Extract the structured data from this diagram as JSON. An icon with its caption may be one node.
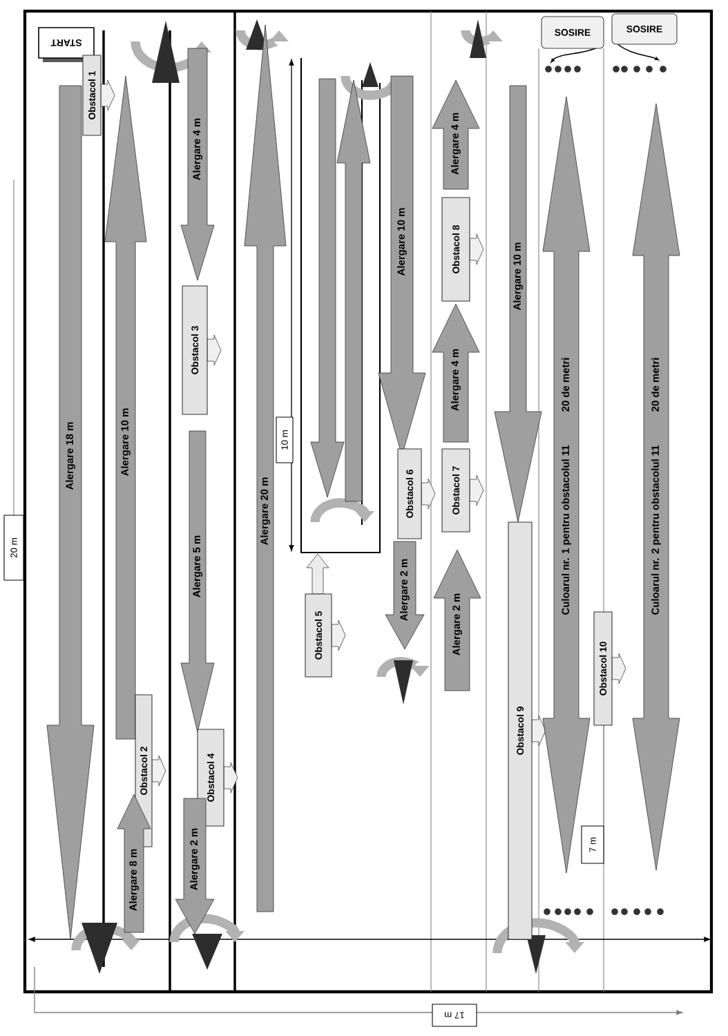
{
  "diagram": {
    "nodes": [
      {
        "text": [
          "START"
        ]
      },
      {
        "text": [
          "Obstacol 1"
        ]
      },
      {
        "text": [
          "Alergare 18 m"
        ]
      },
      {
        "text": [
          "Alergare 10 m"
        ]
      },
      {
        "text": [
          "Obstacol 2"
        ]
      },
      {
        "text": [
          "Alergare 8 m"
        ]
      },
      {
        "text": [
          "Alergare 4 m"
        ]
      },
      {
        "text": [
          "Obstacol 3"
        ]
      },
      {
        "text": [
          "Alergare 5 m"
        ]
      },
      {
        "text": [
          "Obstacol 4"
        ]
      },
      {
        "text": [
          "Alergare 2 m"
        ]
      },
      {
        "text": [
          "Alergare 20 m"
        ]
      },
      {
        "text": [
          "Obstacol 5"
        ]
      },
      {
        "text": [
          "Alergare 10 m"
        ]
      },
      {
        "text": [
          "Obstacol 6"
        ]
      },
      {
        "text": [
          "Alergare 2 m"
        ]
      },
      {
        "text": [
          "Alergare 4 m"
        ]
      },
      {
        "text": [
          "Obstacol 8"
        ]
      },
      {
        "text": [
          "Alergare 4 m"
        ]
      },
      {
        "text": [
          "Obstacol 7"
        ]
      },
      {
        "text": [
          "Alergare 2 m"
        ]
      },
      {
        "text": [
          "Alergare 10 m"
        ]
      },
      {
        "text": [
          "Obstacol 9"
        ]
      },
      {
        "text": [
          "SOSIRE"
        ]
      },
      {
        "text": [
          "SOSIRE"
        ]
      },
      {
        "text": [
          "Culoarul nr. 1 pentru obstacolul 11",
          "20 de metri"
        ]
      },
      {
        "text": [
          "Obstacol 10"
        ]
      },
      {
        "text": [
          "Culoarul nr. 2 pentru obstacolul 11",
          "20 de metri"
        ]
      },
      {
        "text": [],
        "shape": "arrow"
      },
      {
        "text": [],
        "shape": "arrow"
      }
    ],
    "labels": [
      "20 m",
      "10 m",
      "7 m",
      "17 m"
    ]
  }
}
